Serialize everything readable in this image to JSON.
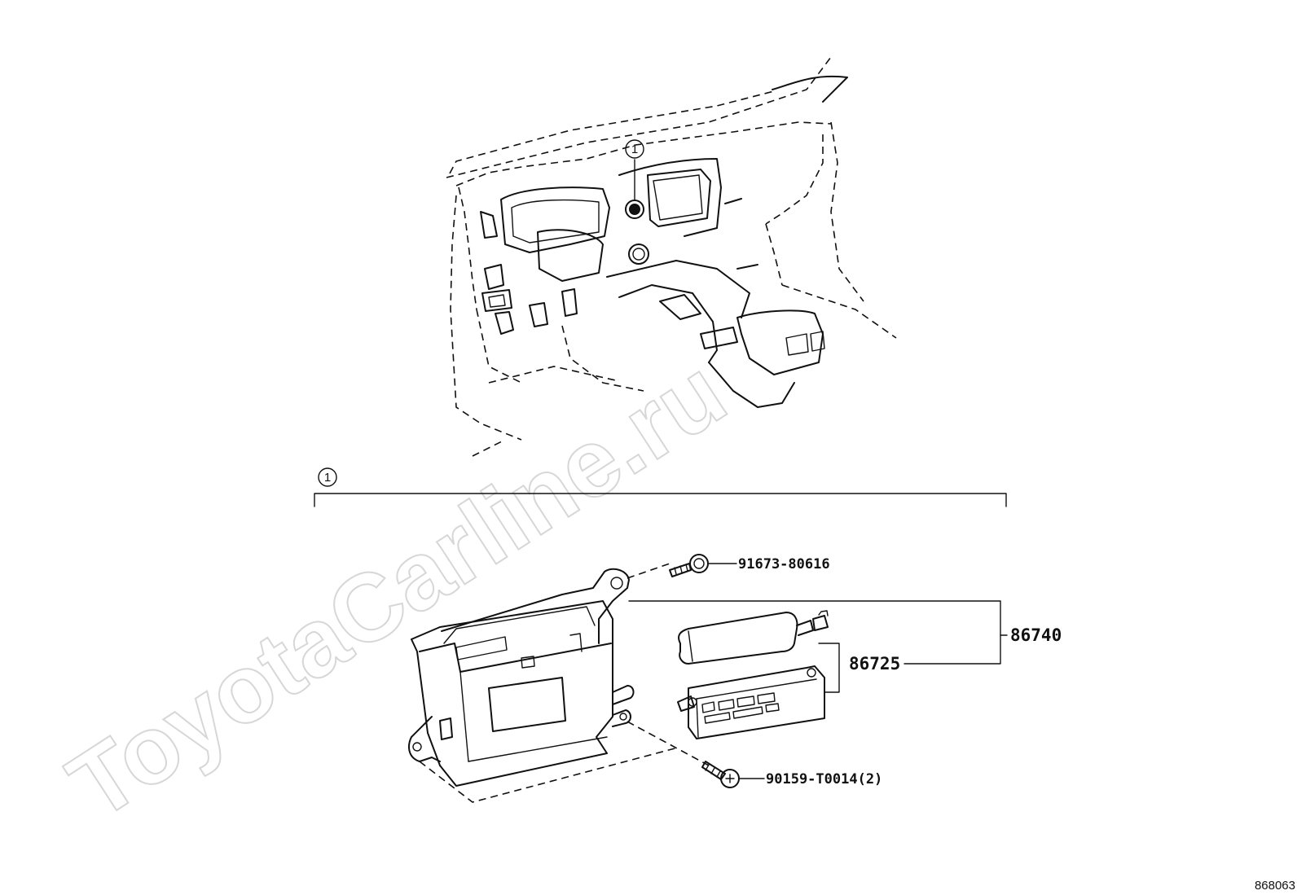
{
  "watermark": "ToyotaCarline.ru",
  "callouts": {
    "top_marker": "1",
    "group_marker": "1"
  },
  "parts": {
    "bolt_top": "91673-80616",
    "assembly": "86740",
    "sub_assembly": "86725",
    "bolt_bottom": "90159-T0014(2)"
  },
  "diagram_id": "868063"
}
